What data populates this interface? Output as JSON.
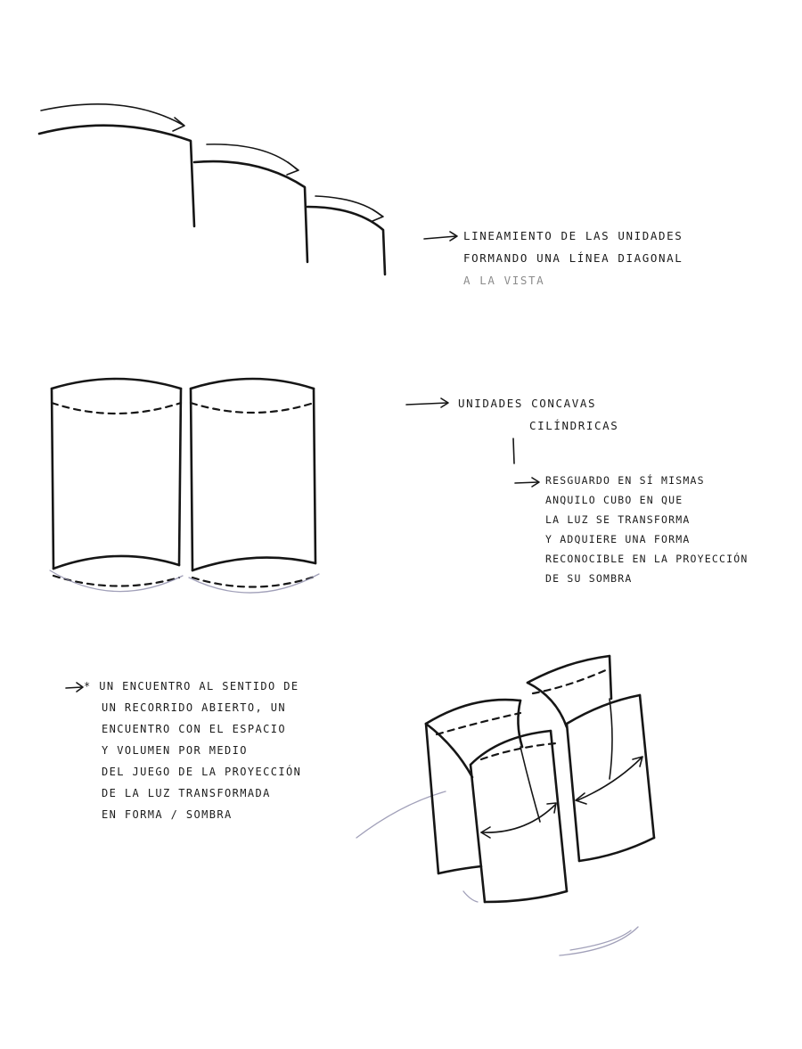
{
  "notes": {
    "alignment": {
      "lines": [
        "Lineamiento de las unidades",
        "formando una línea diagonal",
        "a la vista"
      ]
    },
    "concave": {
      "lines": [
        "Unidades concavas",
        "cilíndricas"
      ]
    },
    "shelter": {
      "lines": [
        "Resguardo en sí mismas",
        "anquilo cubo en que",
        "la luz se transforma",
        "y adquiere una forma",
        "reconocible en la proyección",
        "de su sombra"
      ]
    },
    "encounter": {
      "lines": [
        "* Un encuentro al sentido de",
        "un recorrido abierto, un",
        "encuentro con el espacio",
        "y volumen por medio",
        "del juego de la proyección",
        "de la luz transformada",
        "en forma / sombra"
      ]
    }
  }
}
